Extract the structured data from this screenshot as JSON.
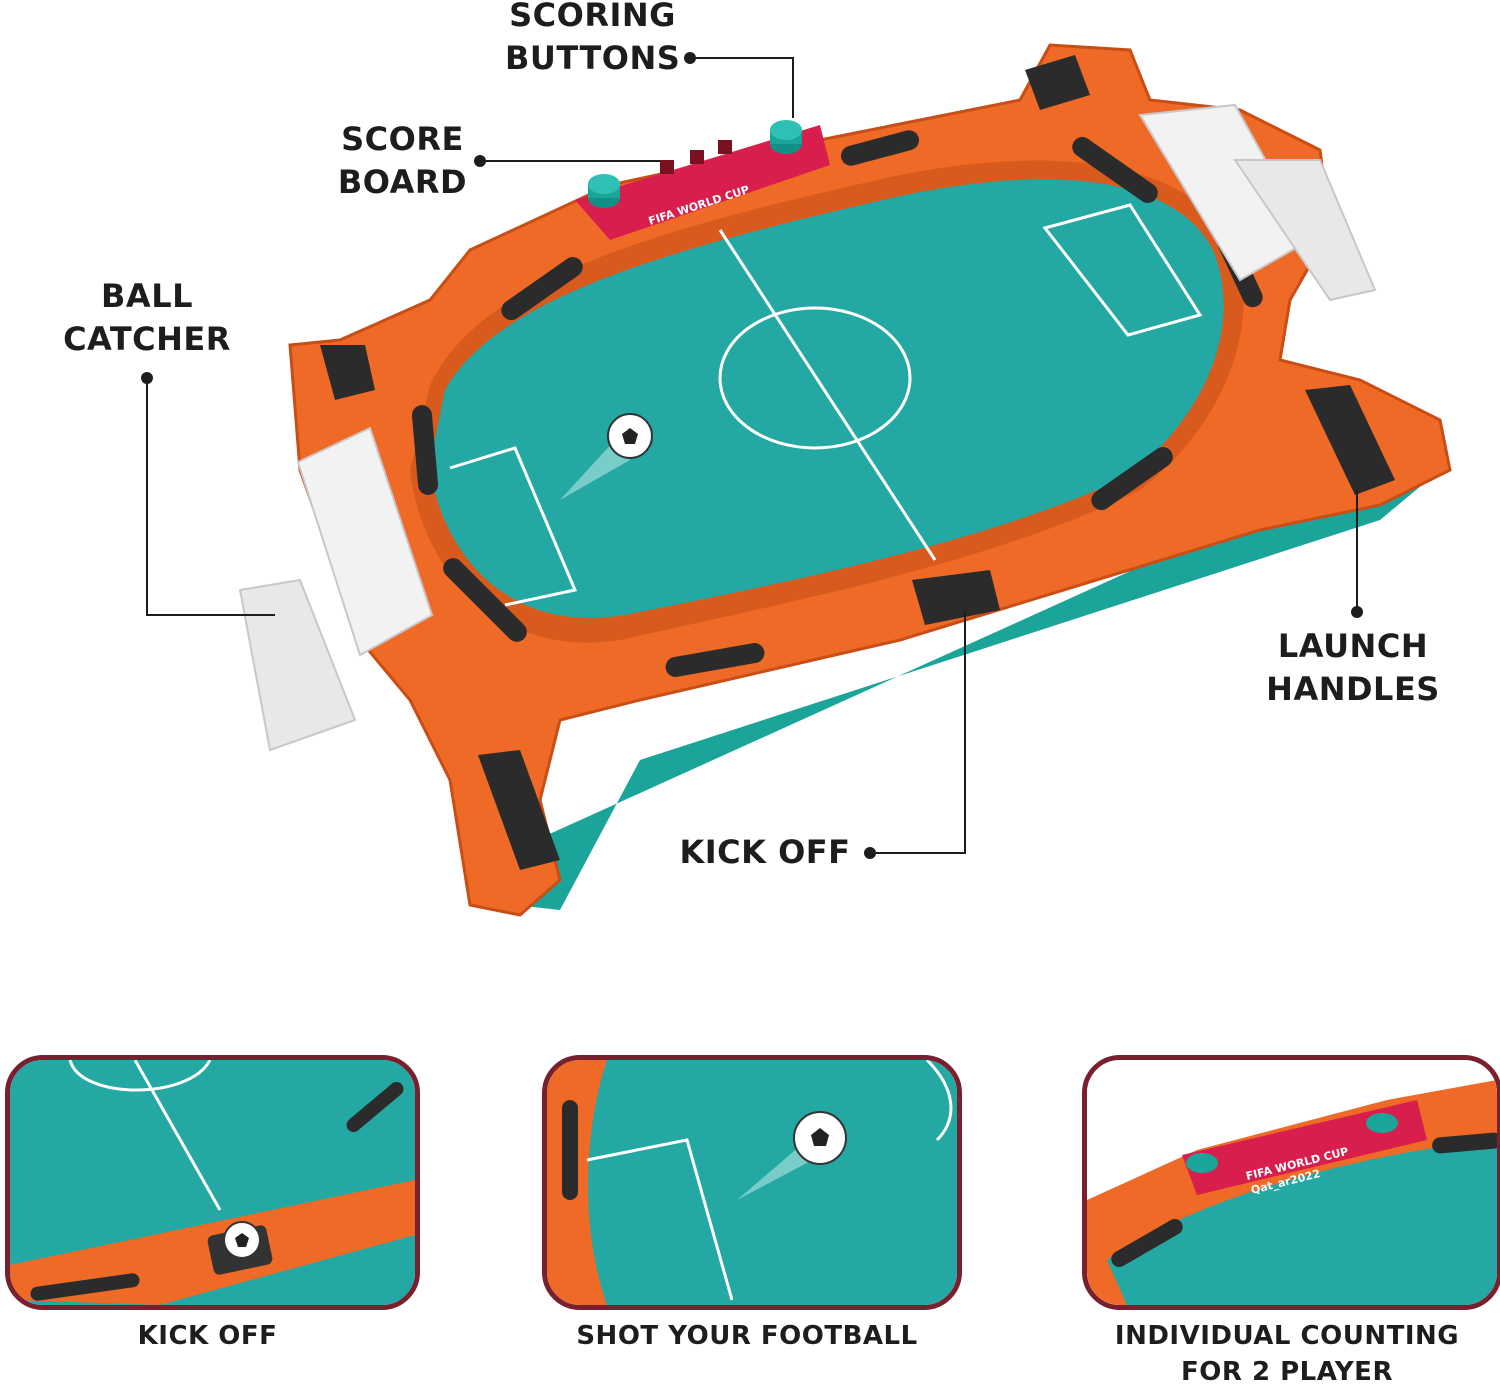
{
  "callouts": {
    "scoring_buttons": [
      "SCORING",
      "BUTTONS"
    ],
    "score_board": [
      "SCORE",
      "BOARD"
    ],
    "ball_catcher": [
      "BALL",
      "CATCHER"
    ],
    "launch_handles": [
      "LAUNCH",
      "HANDLES"
    ],
    "kick_off": "KICK OFF"
  },
  "logo": {
    "line1": "FIFA WORLD CUP",
    "line2": "Qat_ar2022"
  },
  "panels": [
    {
      "caption": [
        "KICK OFF"
      ]
    },
    {
      "caption": [
        "SHOT YOUR FOOTBALL"
      ]
    },
    {
      "caption": [
        "INDIVIDUAL COUNTING",
        "FOR 2 PLAYER"
      ]
    }
  ],
  "colors": {
    "frame": "#ef6a26",
    "frame_shadow": "#c94e15",
    "pitch": "#23a8a3",
    "score_board": "#d81e4d",
    "panel_border": "#7a1f2e",
    "button": "#1ba49a"
  }
}
